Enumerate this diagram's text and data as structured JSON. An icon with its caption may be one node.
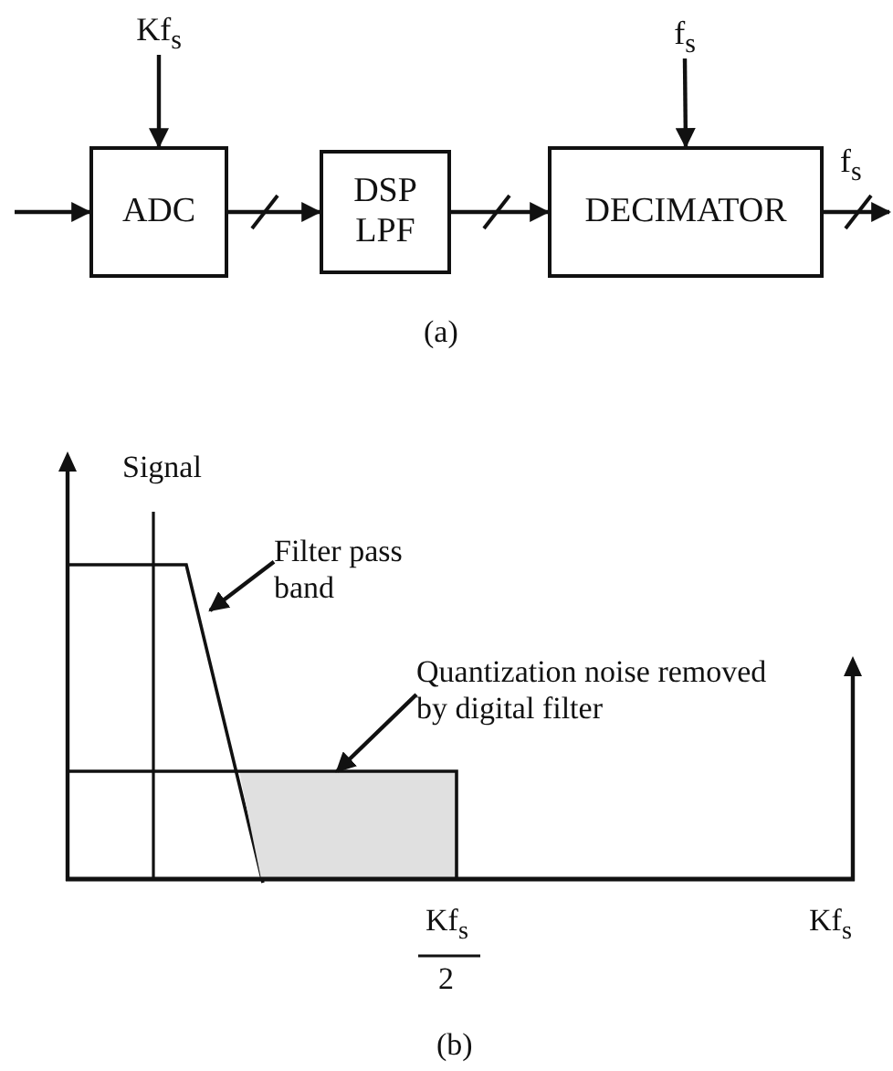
{
  "diagram": {
    "nodes": [
      {
        "text": [
          "ADC"
        ]
      },
      {
        "text": [
          "DSP LPF"
        ]
      },
      {
        "text": [
          "DECIMATOR"
        ]
      },
      {
        "text": [
          "Kf$_{s}$"
        ]
      },
      {
        "text": [
          "f$_{s}$"
        ]
      },
      {
        "text": [
          "Filter pass band"
        ]
      },
      {
        "text": [
          "Quantization noise removed by digital filter"
        ]
      },
      {
        "text": [],
        "shape": "picture"
      },
      {
        "text": [],
        "shape": "box"
      }
    ],
    "edges": [
      {
        "from": null,
        "to": 0,
        "arrow": "to"
      },
      {
        "from": 3,
        "to": 0,
        "arrow": "to"
      },
      {
        "from": 0,
        "to": 1,
        "arrow": "to"
      },
      {
        "from": 1,
        "to": 2,
        "arrow": "to"
      },
      {
        "from": 4,
        "to": 2,
        "arrow": "to"
      },
      {
        "from": 2,
        "to": null,
        "arrow": "to"
      },
      {
        "from": 5,
        "to": 7,
        "arrow": "to"
      },
      {
        "from": 6,
        "to": 8,
        "arrow": "to"
      }
    ],
    "labels": [
      "f$_{s}$",
      "(a)",
      "Signal",
      "Kf$_{s}$",
      "2",
      "Kf$_{s}$",
      "(b)"
    ]
  }
}
